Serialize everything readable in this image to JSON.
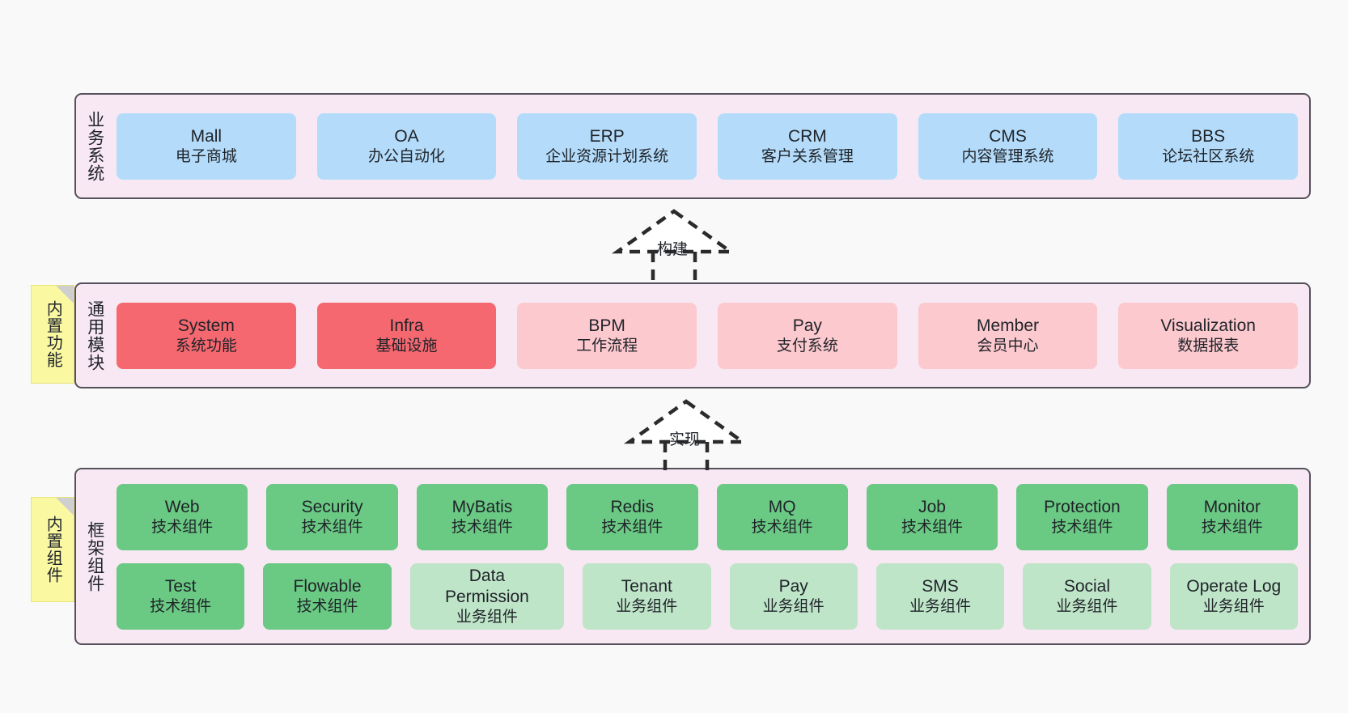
{
  "diagram": {
    "background": "#f9f9f9",
    "layers": [
      {
        "id": "business-systems",
        "title": "业务系统",
        "container_color": "#f7e8f4",
        "border_color": "#56505b",
        "rows": [
          {
            "boxes": [
              {
                "name": "Mall",
                "sub": "电子商城",
                "color": "#b4dcfa",
                "style": "c-blue"
              },
              {
                "name": "OA",
                "sub": "办公自动化",
                "color": "#b4dcfa",
                "style": "c-blue"
              },
              {
                "name": "ERP",
                "sub": "企业资源计划系统",
                "color": "#b4dcfa",
                "style": "c-blue"
              },
              {
                "name": "CRM",
                "sub": "客户关系管理",
                "color": "#b4dcfa",
                "style": "c-blue"
              },
              {
                "name": "CMS",
                "sub": "内容管理系统",
                "color": "#b4dcfa",
                "style": "c-blue"
              },
              {
                "name": "BBS",
                "sub": "论坛社区系统",
                "color": "#b4dcfa",
                "style": "c-blue"
              }
            ]
          }
        ]
      },
      {
        "id": "common-modules",
        "title": "通用模块",
        "note": "内置功能",
        "container_color": "#f7e8f4",
        "border_color": "#56505b",
        "rows": [
          {
            "boxes": [
              {
                "name": "System",
                "sub": "系统功能",
                "color": "#f5686f",
                "style": "c-red"
              },
              {
                "name": "Infra",
                "sub": "基础设施",
                "color": "#f5686f",
                "style": "c-red"
              },
              {
                "name": "BPM",
                "sub": "工作流程",
                "color": "#fcc9ce",
                "style": "c-pinklight"
              },
              {
                "name": "Pay",
                "sub": "支付系统",
                "color": "#fcc9ce",
                "style": "c-pinklight"
              },
              {
                "name": "Member",
                "sub": "会员中心",
                "color": "#fcc9ce",
                "style": "c-pinklight"
              },
              {
                "name": "Visualization",
                "sub": "数据报表",
                "color": "#fcc9ce",
                "style": "c-pinklight"
              }
            ]
          }
        ]
      },
      {
        "id": "framework-components",
        "title": "框架组件",
        "note": "内置组件",
        "container_color": "#f7e8f4",
        "border_color": "#56505b",
        "rows": [
          {
            "boxes": [
              {
                "name": "Web",
                "sub": "技术组件",
                "color": "#6ac983",
                "style": "c-green"
              },
              {
                "name": "Security",
                "sub": "技术组件",
                "color": "#6ac983",
                "style": "c-green"
              },
              {
                "name": "MyBatis",
                "sub": "技术组件",
                "color": "#6ac983",
                "style": "c-green"
              },
              {
                "name": "Redis",
                "sub": "技术组件",
                "color": "#6ac983",
                "style": "c-green"
              },
              {
                "name": "MQ",
                "sub": "技术组件",
                "color": "#6ac983",
                "style": "c-green"
              },
              {
                "name": "Job",
                "sub": "技术组件",
                "color": "#6ac983",
                "style": "c-green"
              },
              {
                "name": "Protection",
                "sub": "技术组件",
                "color": "#6ac983",
                "style": "c-green"
              },
              {
                "name": "Monitor",
                "sub": "技术组件",
                "color": "#6ac983",
                "style": "c-green"
              }
            ]
          },
          {
            "boxes": [
              {
                "name": "Test",
                "sub": "技术组件",
                "color": "#6ac983",
                "style": "c-green"
              },
              {
                "name": "Flowable",
                "sub": "技术组件",
                "color": "#6ac983",
                "style": "c-green"
              },
              {
                "name": "Data Permission",
                "sub": "业务组件",
                "color": "#bfe5c8",
                "style": "c-greenlight"
              },
              {
                "name": "Tenant",
                "sub": "业务组件",
                "color": "#bfe5c8",
                "style": "c-greenlight"
              },
              {
                "name": "Pay",
                "sub": "业务组件",
                "color": "#bfe5c8",
                "style": "c-greenlight"
              },
              {
                "name": "SMS",
                "sub": "业务组件",
                "color": "#bfe5c8",
                "style": "c-greenlight"
              },
              {
                "name": "Social",
                "sub": "业务组件",
                "color": "#bfe5c8",
                "style": "c-greenlight"
              },
              {
                "name": "Operate Log",
                "sub": "业务组件",
                "color": "#bfe5c8",
                "style": "c-greenlight"
              }
            ]
          }
        ]
      }
    ],
    "connectors": [
      {
        "id": "connector-build",
        "label": "构建",
        "style": "dashed-hollow-triangle-up"
      },
      {
        "id": "connector-implement",
        "label": "实现",
        "style": "dashed-hollow-triangle-up"
      }
    ]
  }
}
